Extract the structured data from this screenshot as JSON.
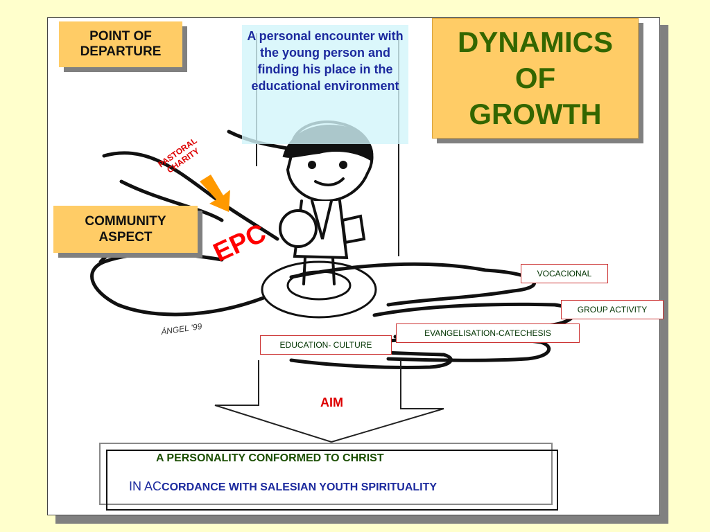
{
  "title": {
    "line1": "DYNAMICS",
    "line2": "OF",
    "line3": "GROWTH"
  },
  "point_of_departure": {
    "line1": "POINT OF",
    "line2": "DEPARTURE"
  },
  "community_aspect": {
    "line1": "COMMUNITY",
    "line2": "ASPECT"
  },
  "encounter": {
    "text": "A personal encounter with the young person and finding his place in the educational environment"
  },
  "pastoral_charity": {
    "line1": "PASTORAL",
    "line2": "CHARITY"
  },
  "epc": "EPC",
  "aim": "AIM",
  "signature": "ÁNGEL '99",
  "areas": {
    "vocacional": "VOCACIONAL",
    "group_activity": "GROUP ACTIVITY",
    "evangelisation": "EVANGELISATION-CATECHESIS",
    "education": "EDUCATION- CULTURE"
  },
  "bottom": {
    "line1": "A PERSONALITY CONFORMED TO CHRIST",
    "line2_prefix": "IN AC",
    "line2_rest": "CORDANCE WITH SALESIAN YOUTH SPIRITUALITY"
  },
  "colors": {
    "background": "#ffffcc",
    "box": "#ffcc66",
    "title_text": "#336600",
    "red": "#ff0000",
    "blue": "#1c2a9e"
  }
}
